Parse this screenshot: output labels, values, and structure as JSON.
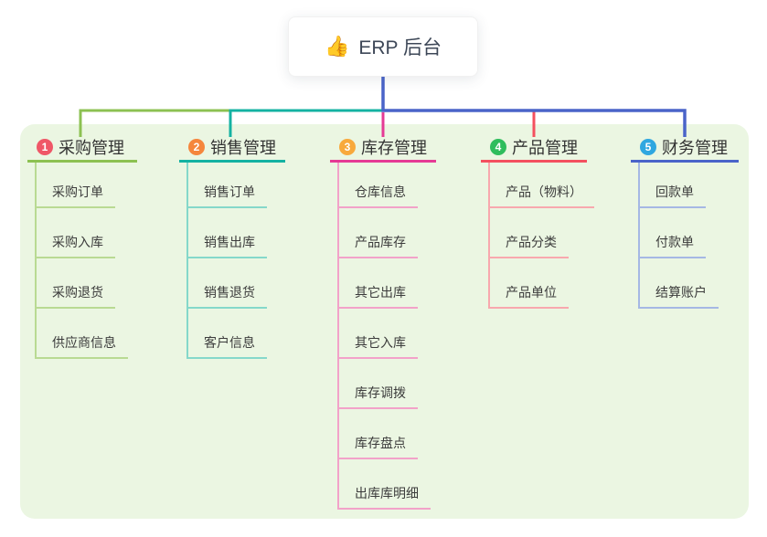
{
  "root": {
    "icon": "thumbs-up",
    "label": "ERP 后台",
    "emoji": "👍"
  },
  "panel_bg": "#ebf6e2",
  "branches": [
    {
      "index": "1",
      "label": "采购管理",
      "badge_color": "#ef5767",
      "line_color": "#8cc152",
      "light_color": "#b9da93",
      "children": [
        "采购订单",
        "采购入库",
        "采购退货",
        "供应商信息"
      ]
    },
    {
      "index": "2",
      "label": "销售管理",
      "badge_color": "#f5863c",
      "line_color": "#14b2a2",
      "light_color": "#85d8ca",
      "children": [
        "销售订单",
        "销售出库",
        "销售退货",
        "客户信息"
      ]
    },
    {
      "index": "3",
      "label": "库存管理",
      "badge_color": "#f8a93c",
      "line_color": "#e53a95",
      "light_color": "#f2a2c9",
      "children": [
        "仓库信息",
        "产品库存",
        "其它出库",
        "其它入库",
        "库存调拨",
        "库存盘点",
        "出库库明细"
      ]
    },
    {
      "index": "4",
      "label": "产品管理",
      "badge_color": "#2fbd5d",
      "line_color": "#f4505f",
      "light_color": "#f8a8ae",
      "children": [
        "产品（物料）",
        "产品分类",
        "产品单位"
      ]
    },
    {
      "index": "5",
      "label": "财务管理",
      "badge_color": "#2fa7e0",
      "line_color": "#4a64c9",
      "light_color": "#a5b8e4",
      "children": [
        "回款单",
        "付款单",
        "结算账户"
      ]
    }
  ]
}
